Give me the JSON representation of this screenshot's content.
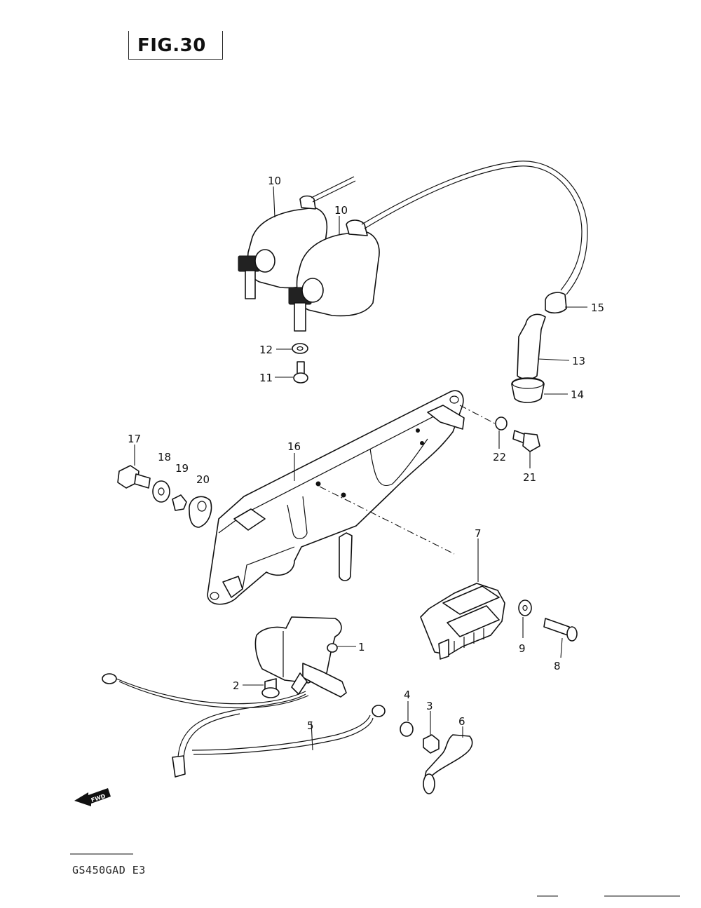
{
  "title": "FIG.30",
  "model_code": "GS450GAD  E3",
  "fwd_label": "FWD",
  "callouts": {
    "p1": "1",
    "p2": "2",
    "p3": "3",
    "p4": "4",
    "p5": "5",
    "p6": "6",
    "p7": "7",
    "p8": "8",
    "p9": "9",
    "p10a": "10",
    "p10b": "10",
    "p11": "11",
    "p12": "12",
    "p13": "13",
    "p14": "14",
    "p15": "15",
    "p16": "16",
    "p17": "17",
    "p18": "18",
    "p19": "19",
    "p20": "20",
    "p21": "21",
    "p22": "22"
  }
}
